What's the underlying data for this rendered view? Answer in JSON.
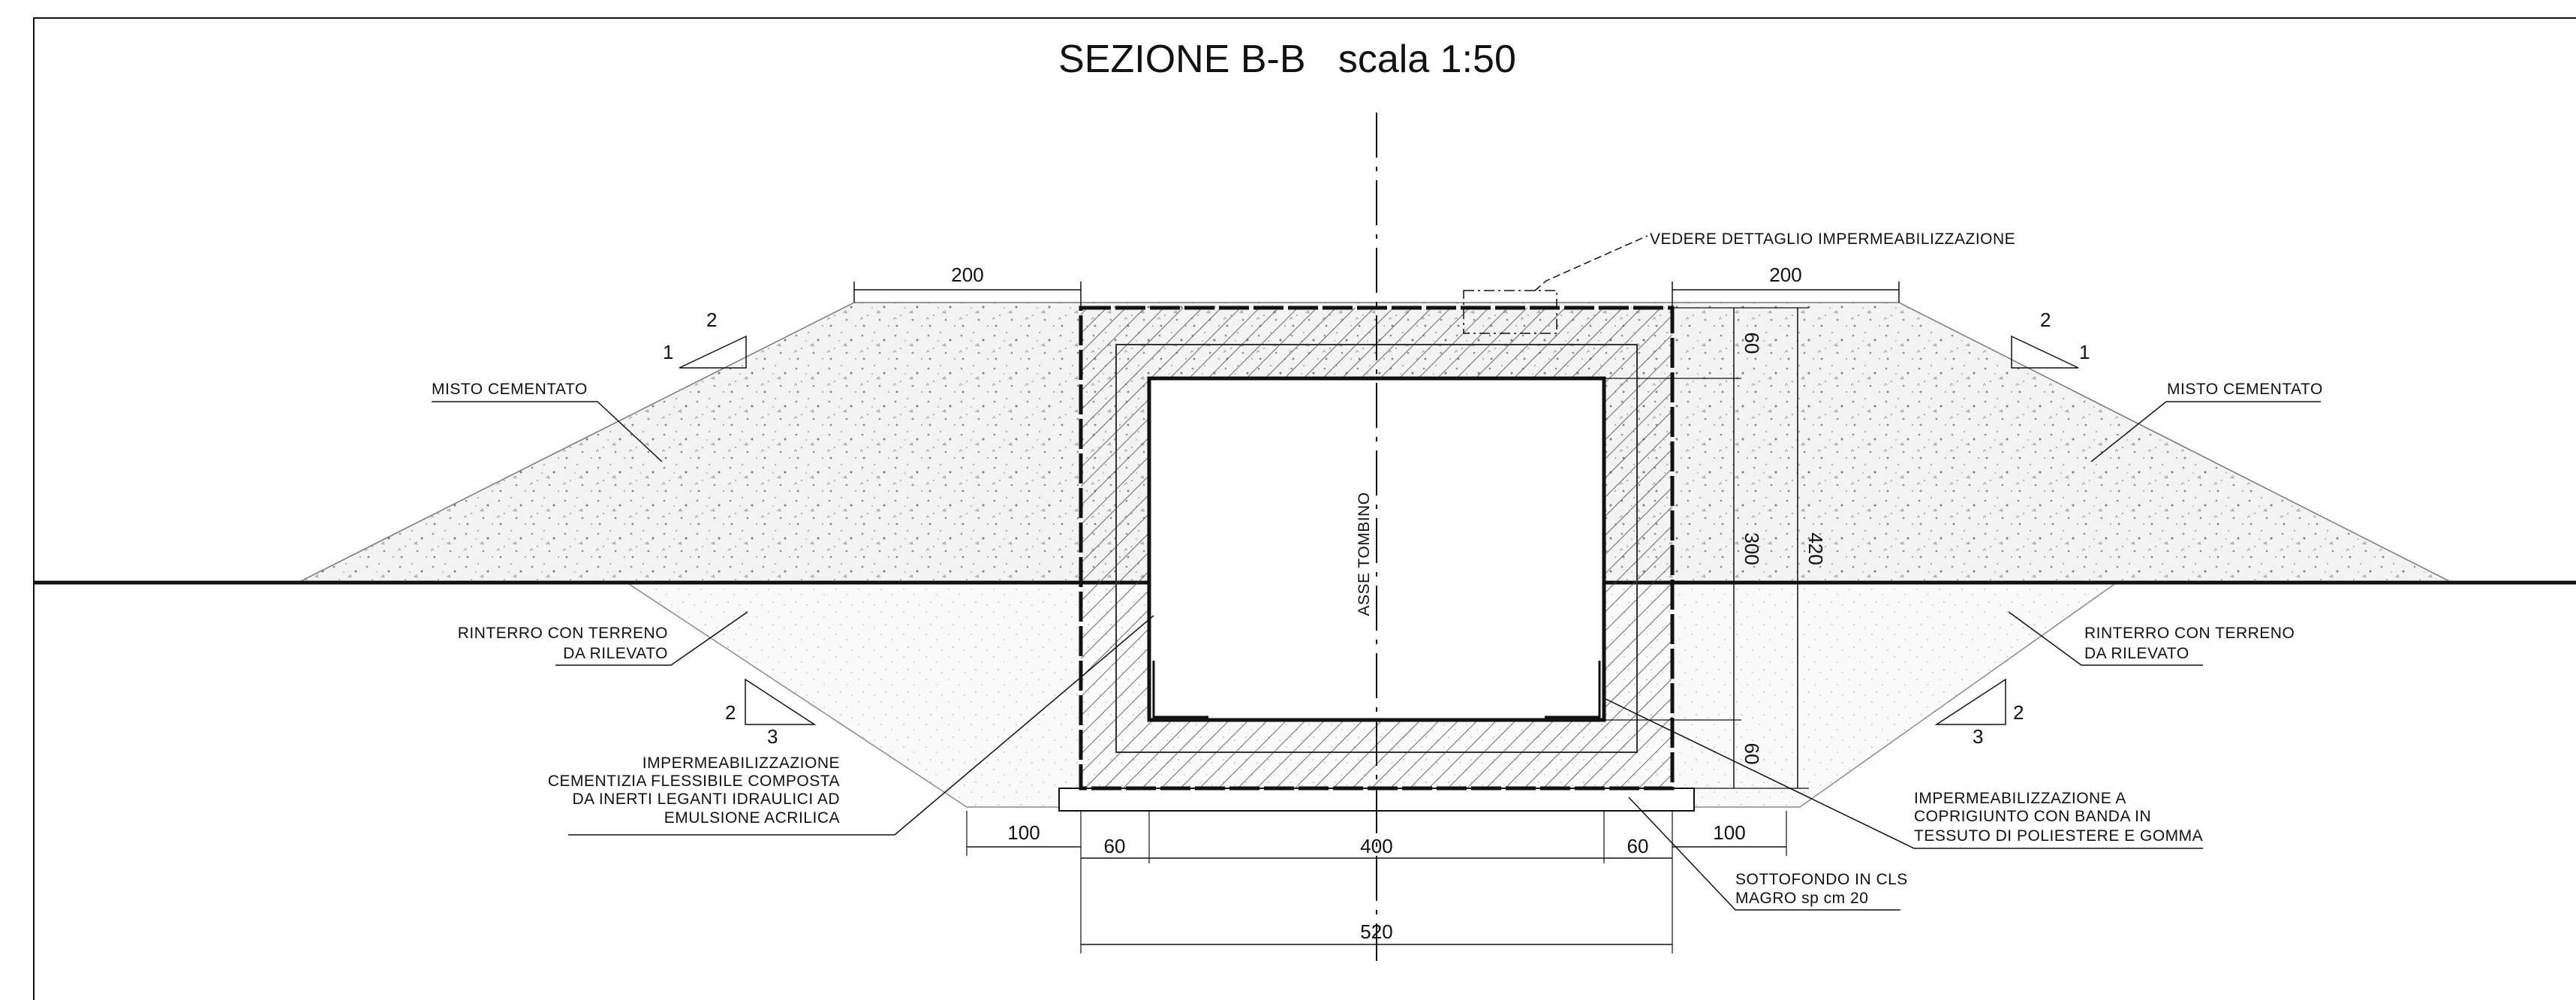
{
  "title": "SEZIONE B-B   scala 1:50",
  "axis_label": "ASSE TOMBINO",
  "note_detail": "VEDERE DETTAGLIO IMPERMEABILIZZAZIONE",
  "fill_label_left": "MISTO CEMENTATO",
  "fill_label_right": "MISTO CEMENTATO",
  "backfill_left": [
    "RINTERRO CON TERRENO",
    "DA RILEVATO"
  ],
  "backfill_right": [
    "RINTERRO CON TERRENO",
    "DA RILEVATO"
  ],
  "waterproofing_left": [
    "IMPERMEABILIZZAZIONE",
    "CEMENTIZIA FLESSIBILE COMPOSTA",
    "DA INERTI LEGANTI IDRAULICI AD",
    "EMULSIONE ACRILICA"
  ],
  "waterproofing_right": [
    "IMPERMEABILIZZAZIONE A",
    "COPRIGIUNTO CON BANDA IN",
    "TESSUTO DI POLIESTERE E GOMMA"
  ],
  "subbase": [
    "SOTTOFONDO IN CLS",
    "MAGRO sp cm 20"
  ],
  "slopes": {
    "upper_left": {
      "rise": "2",
      "run": "1"
    },
    "upper_right": {
      "rise": "2",
      "run": "1"
    },
    "lower_left": {
      "rise": "2",
      "run": "3"
    },
    "lower_right": {
      "rise": "2",
      "run": "3"
    }
  },
  "dimensions": {
    "top_left": "200",
    "top_right": "200",
    "wall_top": "60",
    "inner_height": "300",
    "total_height": "420",
    "wall_bottom": "60",
    "base_left": "100",
    "base_right": "100",
    "wall_left": "60",
    "inner_width": "400",
    "wall_right": "60",
    "total_width": "520"
  }
}
